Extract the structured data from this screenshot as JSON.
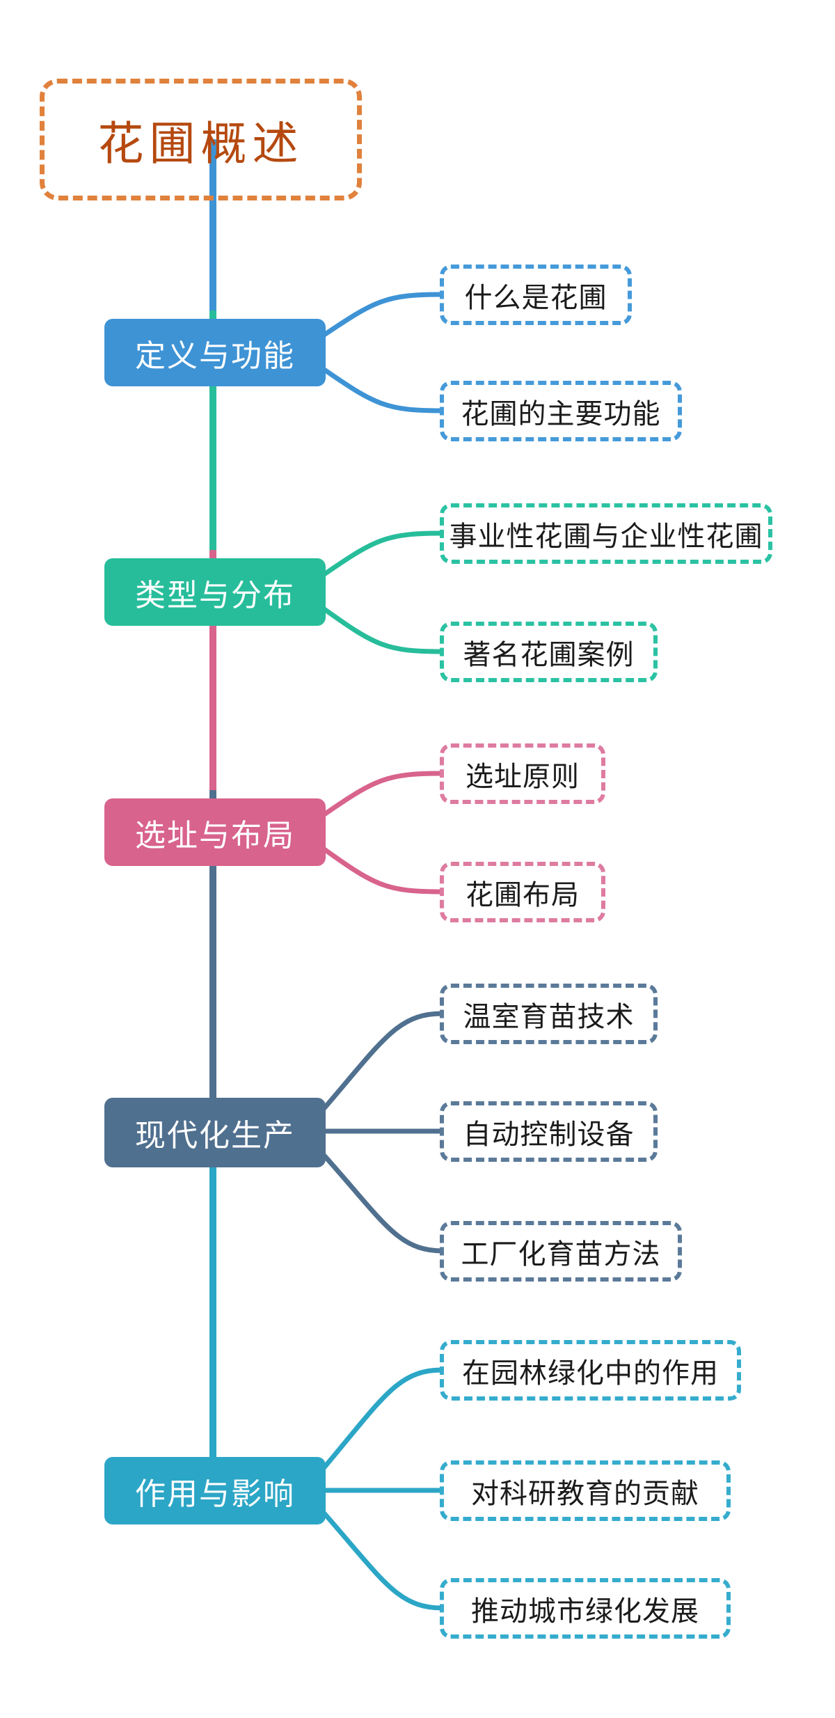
{
  "root": {
    "label": "花圃概述",
    "border_color": "#E0813C",
    "text_color": "#B5490F"
  },
  "trunk_segments": [
    {
      "name": "root-to-branch1",
      "color": "#3E93D5"
    },
    {
      "name": "branch1-to-branch2",
      "color": "#27BD9B"
    },
    {
      "name": "branch2-to-branch3",
      "color": "#D8638C"
    },
    {
      "name": "branch3-to-branch4",
      "color": "#50708F"
    },
    {
      "name": "branch4-to-branch5",
      "color": "#2CA6C6"
    }
  ],
  "branches": [
    {
      "label": "定义与功能",
      "color": "#3E93D5",
      "child_border_color": "#459AD9",
      "children": [
        {
          "label": "什么是花圃"
        },
        {
          "label": "花圃的主要功能"
        }
      ]
    },
    {
      "label": "类型与分布",
      "color": "#27BD9B",
      "child_border_color": "#2BC2A3",
      "children": [
        {
          "label": "事业性花圃与企业性花圃"
        },
        {
          "label": "著名花圃案例"
        }
      ]
    },
    {
      "label": "选址与布局",
      "color": "#D8638C",
      "child_border_color": "#DE7BA0",
      "children": [
        {
          "label": "选址原则"
        },
        {
          "label": "花圃布局"
        }
      ]
    },
    {
      "label": "现代化生产",
      "color": "#50708F",
      "child_border_color": "#5B7A99",
      "children": [
        {
          "label": "温室育苗技术"
        },
        {
          "label": "自动控制设备"
        },
        {
          "label": "工厂化育苗方法"
        }
      ]
    },
    {
      "label": "作用与影响",
      "color": "#2CA6C6",
      "child_border_color": "#35ACCD",
      "children": [
        {
          "label": "在园林绿化中的作用"
        },
        {
          "label": "对科研教育的贡献"
        },
        {
          "label": "推动城市绿化发展"
        }
      ]
    }
  ]
}
